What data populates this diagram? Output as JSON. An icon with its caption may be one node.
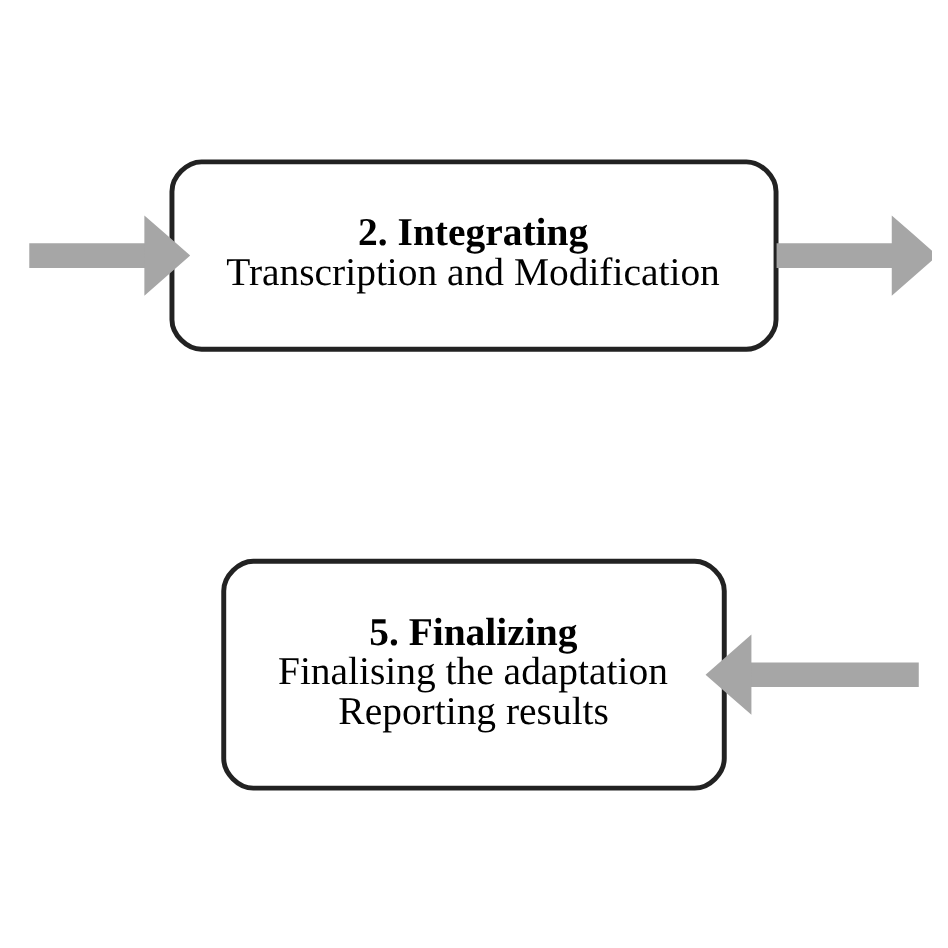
{
  "diagram": {
    "nodes": [
      {
        "text": [
          "2. Integrating",
          "Transcription and Modification"
        ]
      },
      {
        "text": [
          "5. Finalizing",
          "Finalising the adaptation",
          "Reporting results"
        ]
      }
    ],
    "edges": [
      {
        "from": null,
        "to": 0,
        "arrow": "to"
      },
      {
        "from": 0,
        "to": null,
        "arrow": "to"
      },
      {
        "from": null,
        "to": 1,
        "arrow": "to"
      }
    ]
  }
}
